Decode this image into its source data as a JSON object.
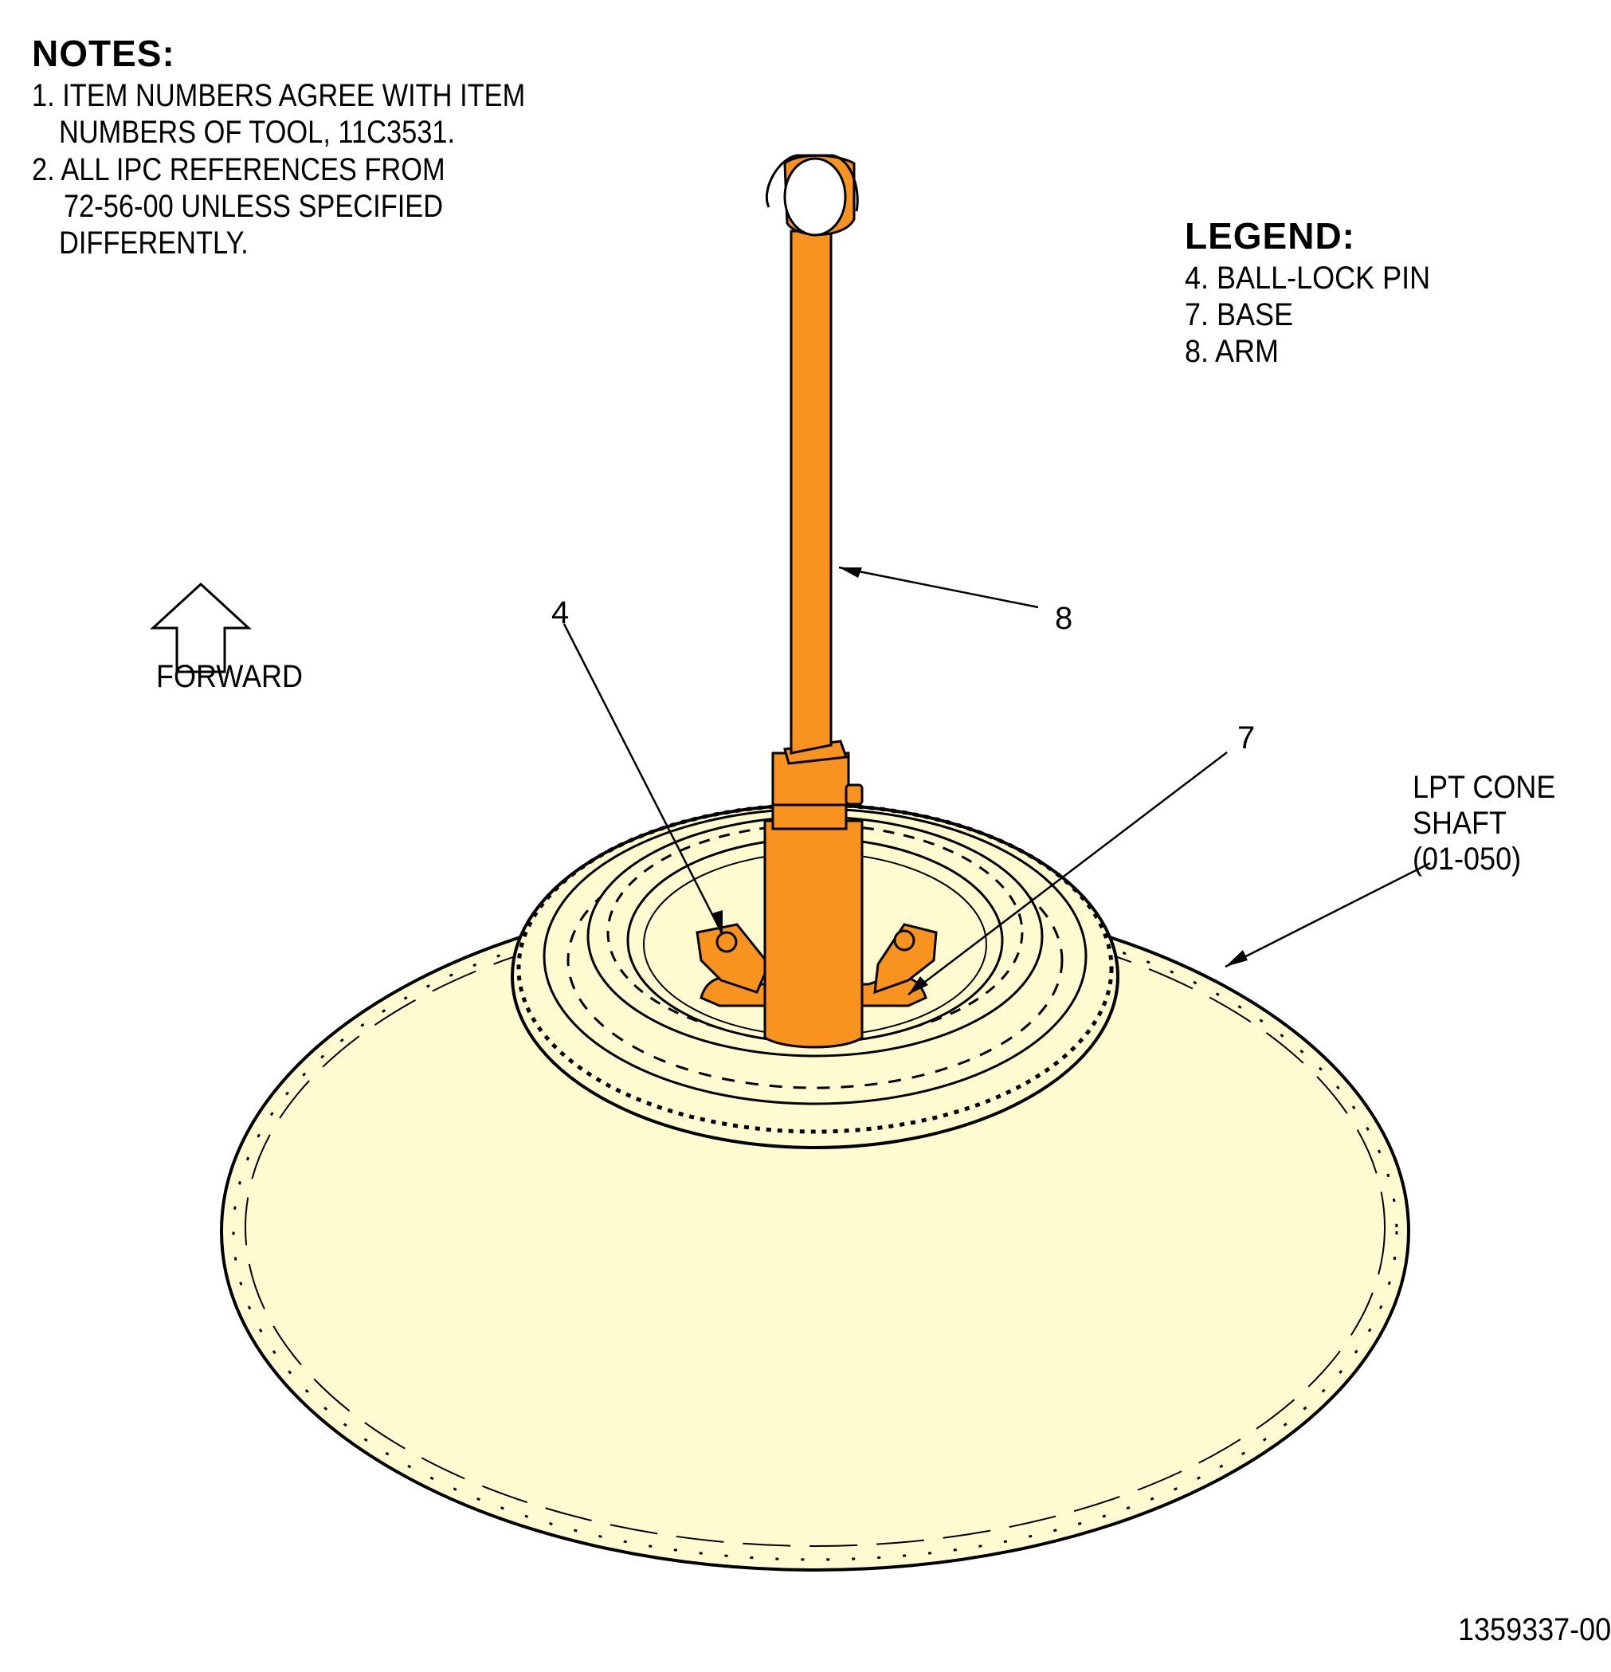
{
  "notes": {
    "title": "NOTES:",
    "lines": [
      "1. ITEM NUMBERS AGREE WITH ITEM",
      "NUMBERS OF TOOL, 11C3531.",
      "2. ALL IPC REFERENCES FROM",
      "72-56-00 UNLESS SPECIFIED",
      "DIFFERENTLY."
    ]
  },
  "legend": {
    "title": "LEGEND:",
    "items": [
      "4.  BALL-LOCK PIN",
      "7.  BASE",
      "8.  ARM"
    ]
  },
  "forward_label": "FORWARD",
  "callouts": {
    "pin": "4",
    "base": "7",
    "arm": "8"
  },
  "part_label": [
    "LPT CONE",
    "SHAFT",
    "(01-050)"
  ],
  "drawing_number": "1359337-00",
  "colors": {
    "tool_orange": "#F7931E",
    "part_yellow": "#FEFBD0",
    "line": "#000000"
  }
}
